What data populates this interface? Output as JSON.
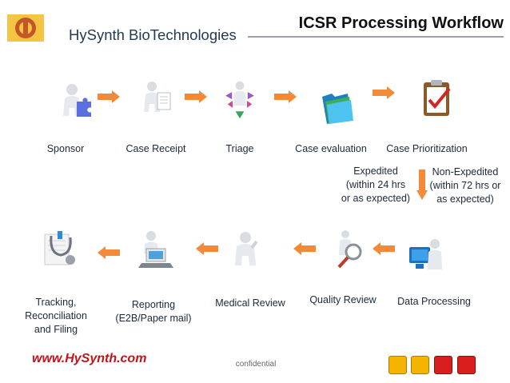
{
  "header": {
    "company": "HySynth BioTechnologies",
    "title": "ICSR Processing Workflow"
  },
  "row1": [
    {
      "label": "Sponsor",
      "icon": "person-puzzle-icon"
    },
    {
      "label": "Case Receipt",
      "icon": "person-document-icon"
    },
    {
      "label": "Triage",
      "icon": "person-arrows-icon"
    },
    {
      "label": "Case evaluation",
      "icon": "folder-icon"
    },
    {
      "label": "Case Prioritization",
      "icon": "clipboard-check-icon"
    }
  ],
  "branch": {
    "expedited": [
      "Expedited",
      "(within 24 hrs",
      "or as expected)"
    ],
    "non_expedited": [
      "Non-Expedited",
      "(within 72 hrs or",
      "as expected)"
    ]
  },
  "row2": [
    {
      "label": "Data Processing",
      "icon": "person-computer-icon"
    },
    {
      "label": "Quality Review",
      "icon": "magnifier-icon"
    },
    {
      "label": "Medical Review",
      "icon": "person-thinking-icon"
    },
    {
      "label": [
        "Reporting",
        "(E2B/Paper mail)"
      ],
      "icon": "laptop-mail-icon"
    },
    {
      "label": [
        "Tracking,",
        "Reconciliation",
        "and Filing"
      ],
      "icon": "stethoscope-icon"
    }
  ],
  "footer": {
    "url": "www.HySynth.com",
    "note": "confidential"
  },
  "colors": {
    "arrow": "#f28a3a",
    "square_gold": "#f4b400",
    "square_red": "#d81e1e",
    "url": "#c0151a"
  }
}
